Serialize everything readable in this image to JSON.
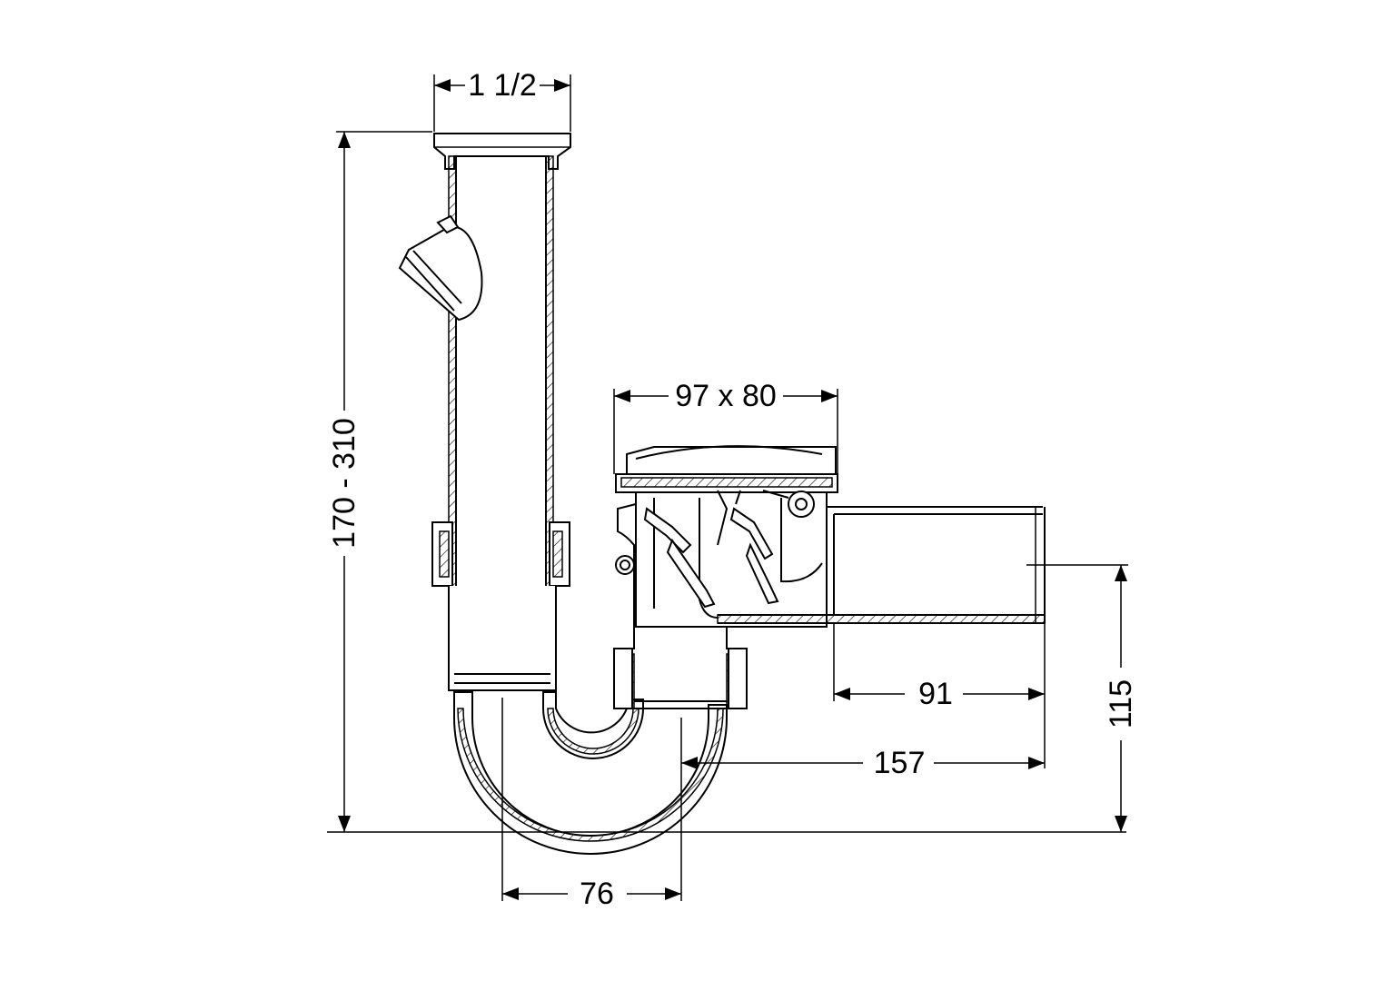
{
  "dimensions": {
    "inlet_diameter": "1 1/2",
    "overall_height": "170 - 310",
    "box_size": "97 x 80",
    "outlet_length": "91",
    "outlet_offset": "157",
    "outlet_height": "115",
    "trap_spacing": "76"
  }
}
